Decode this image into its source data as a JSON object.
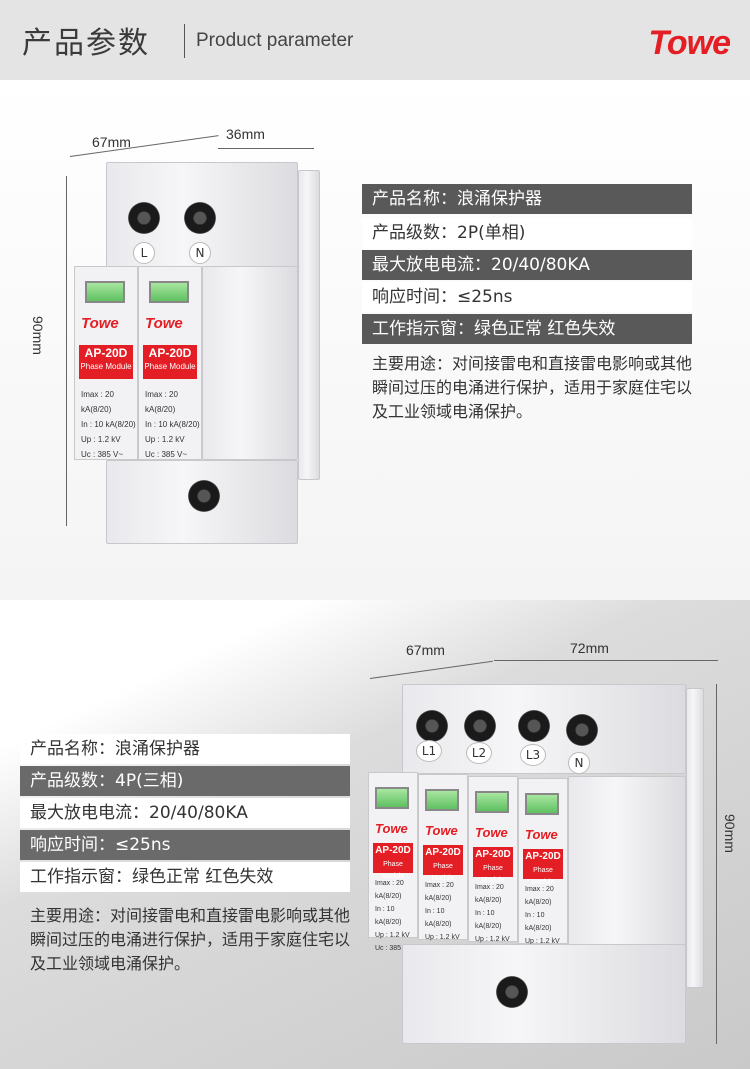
{
  "header": {
    "title_cn": "产品参数",
    "title_en": "Product parameter",
    "brand_logo": "Towe"
  },
  "product_2p": {
    "dims": {
      "depth": "67mm",
      "width": "36mm",
      "height": "90mm"
    },
    "terminals_top": [
      "L",
      "N"
    ],
    "specs": [
      {
        "label": "产品名称：",
        "value": "浪涌保护器"
      },
      {
        "label": "产品级数：",
        "value": "2P(单相)"
      },
      {
        "label": "最大放电电流：",
        "value": "20/40/80KA"
      },
      {
        "label": "响应时间：",
        "value": "≤25ns"
      },
      {
        "label": "工作指示窗：",
        "value": "绿色正常 红色失效"
      }
    ],
    "usage": "主要用途：对间接雷电和直接雷电影响或其他瞬间过压的电涌进行保护，适用于家庭住宅以及工业领域电涌保护。"
  },
  "product_4p": {
    "dims": {
      "depth": "67mm",
      "width": "72mm",
      "height": "90mm"
    },
    "terminals_top": [
      "L1",
      "L2",
      "L3",
      "N"
    ],
    "specs": [
      {
        "label": "产品名称：",
        "value": "浪涌保护器"
      },
      {
        "label": "产品级数：",
        "value": "4P(三相)"
      },
      {
        "label": "最大放电电流：",
        "value": "20/40/80KA"
      },
      {
        "label": "响应时间：",
        "value": "≤25ns"
      },
      {
        "label": "工作指示窗：",
        "value": "绿色正常 红色失效"
      }
    ],
    "usage": "主要用途：对间接雷电和直接雷电影响或其他瞬间过压的电涌进行保护，适用于家庭住宅以及工业领域电涌保护。"
  },
  "module_label": {
    "brand": "Towe",
    "model": "AP-20D",
    "sub": "Phase Module",
    "spec_lines": [
      "Imax : 20 kA(8/20)",
      "In : 10 kA(8/20)",
      "Up : 1.2 kV",
      "Uc : 385 V~"
    ]
  }
}
